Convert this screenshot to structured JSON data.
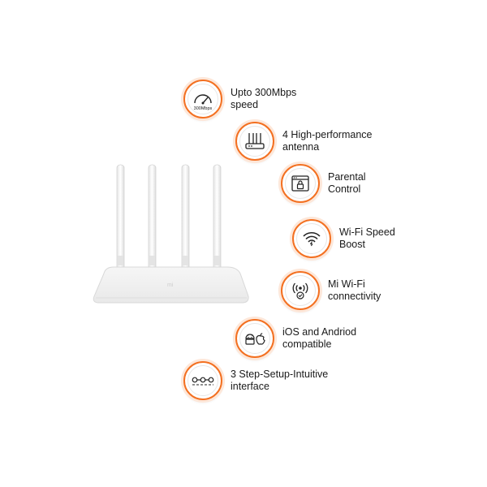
{
  "accent_color": "#f37021",
  "features": [
    {
      "id": "speed",
      "icon": "speedometer-icon",
      "badge_text": "300Mbps",
      "lines": [
        "Upto 300Mbps",
        "speed"
      ]
    },
    {
      "id": "antenna",
      "icon": "router-antenna-icon",
      "lines": [
        "4 High-performance",
        "antenna"
      ]
    },
    {
      "id": "parental",
      "icon": "parental-lock-icon",
      "lines": [
        "Parental",
        "Control"
      ]
    },
    {
      "id": "wifi",
      "icon": "wifi-boost-icon",
      "lines": [
        "Wi-Fi Speed",
        "Boost"
      ]
    },
    {
      "id": "connectivity",
      "icon": "mi-wifi-connectivity-icon",
      "lines": [
        "Mi Wi-Fi",
        "connectivity"
      ]
    },
    {
      "id": "compat",
      "icon": "android-apple-icon",
      "lines": [
        "iOS and Andriod",
        "compatible"
      ]
    },
    {
      "id": "setup",
      "icon": "setup-steps-icon",
      "lines": [
        "3 Step-Setup-Intuitive",
        "interface"
      ]
    }
  ],
  "router": {
    "logo": "mi"
  }
}
